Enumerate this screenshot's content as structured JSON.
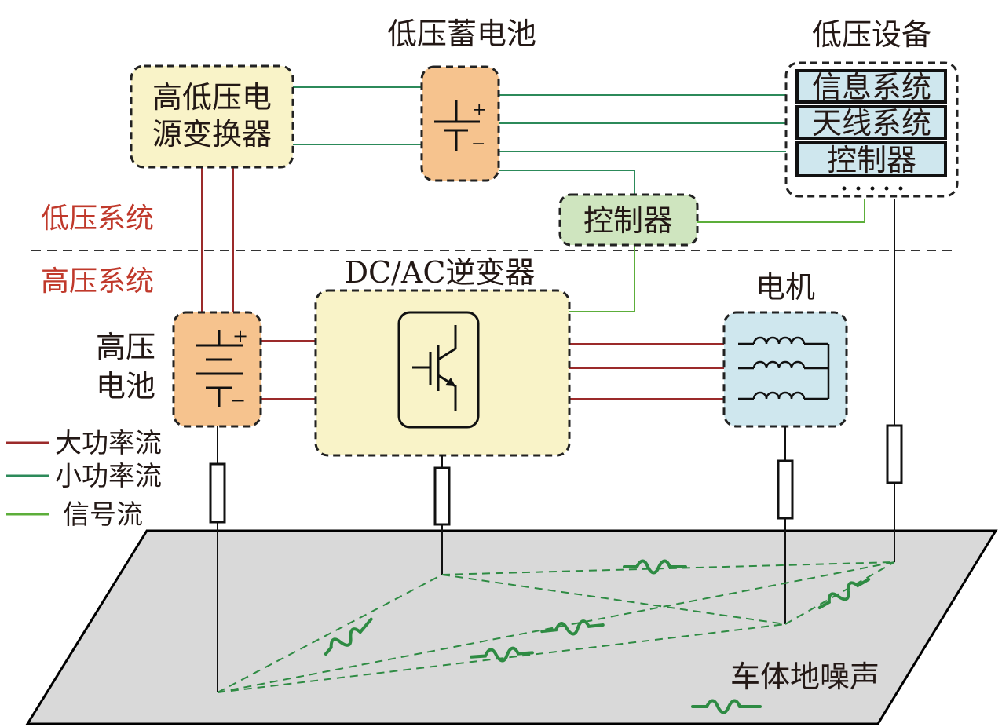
{
  "colors": {
    "high_power": "#9b2a2a",
    "low_power": "#2c8a5a",
    "signal": "#5cae3a",
    "region_label": "#c0392b",
    "noise": "#2e8b43",
    "chassis": "#d9d9d9",
    "converter_fill": "#f9f3c8",
    "battery_fill": "#f6c38e",
    "controller_fill": "#cfe5bf",
    "device_fill": "#cfe7ee"
  },
  "regions": {
    "low_voltage": "低压系统",
    "high_voltage": "高压系统"
  },
  "components": {
    "dcdc_line1": "高低压电",
    "dcdc_line2": "源变换器",
    "lv_battery": "低压蓄电池",
    "lv_devices": "低压设备",
    "device_items": [
      "信息系统",
      "天线系统",
      "控制器"
    ],
    "controller": "控制器",
    "inverter": "DC/AC逆变器",
    "motor": "电机",
    "hv_battery_line1": "高压",
    "hv_battery_line2": "电池",
    "chassis_noise": "车体地噪声"
  },
  "battery_signs": {
    "plus": "+",
    "minus": "−"
  },
  "legend": [
    {
      "label": "大功率流",
      "color": "#9b2a2a",
      "icon": "line-high-power"
    },
    {
      "label": "小功率流",
      "color": "#2c8a5a",
      "icon": "line-low-power"
    },
    {
      "label": "信号流",
      "color": "#5cae3a",
      "icon": "line-signal"
    }
  ]
}
